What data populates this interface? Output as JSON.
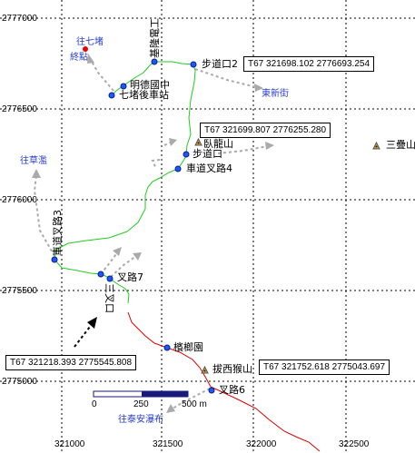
{
  "grid": {
    "y_ticks": [
      "2777000",
      "2776500",
      "2776000",
      "2775500",
      "2775000"
    ],
    "x_ticks": [
      "321000",
      "321500",
      "322000",
      "322500"
    ]
  },
  "coord_boxes": {
    "box1": "T67  321698.102   2776693.254",
    "box2": "T67  321699.807   2776255.280",
    "box3": "T67  321218.393   2775545.808",
    "box4": "T67  321752.618   2775043.697"
  },
  "labels": {
    "jilong_factory": "基隆電工",
    "buddao_kou_2": "步道口2",
    "mingde_middle": "明德國中",
    "qidu_depot": "七堵後車站",
    "wolong_shan": "臥龍山",
    "buddao_kou": "步道口",
    "chedao_cha_4": "車道叉路4",
    "sandie_shan": "三疊山",
    "chedao_cha_3": "車道叉路3",
    "cha_lu_7": "叉路7",
    "san_cha_kou": "三叉口",
    "binlang_yuan": "檳榔園",
    "baxi_hou_shan": "拔西猴山",
    "cha_lu_6": "叉路6",
    "to_qidu": "往七堵",
    "end_point": "終點",
    "to_dongxin": "東新街",
    "to_caoyuan": "往草濫",
    "to_taian": "往泰安瀑布"
  },
  "scale": {
    "zero": "0",
    "mid": "250",
    "end": "500 m"
  },
  "colors": {
    "trail_green": "#22cc22",
    "road_red": "#dd0000",
    "grid_black": "#000000",
    "point_blue": "#2255ff",
    "arrow_grey": "#aaaaaa",
    "label_blue": "#2a3fd0",
    "end_red": "#ee0000",
    "scale_navy": "#1a1a7a"
  }
}
